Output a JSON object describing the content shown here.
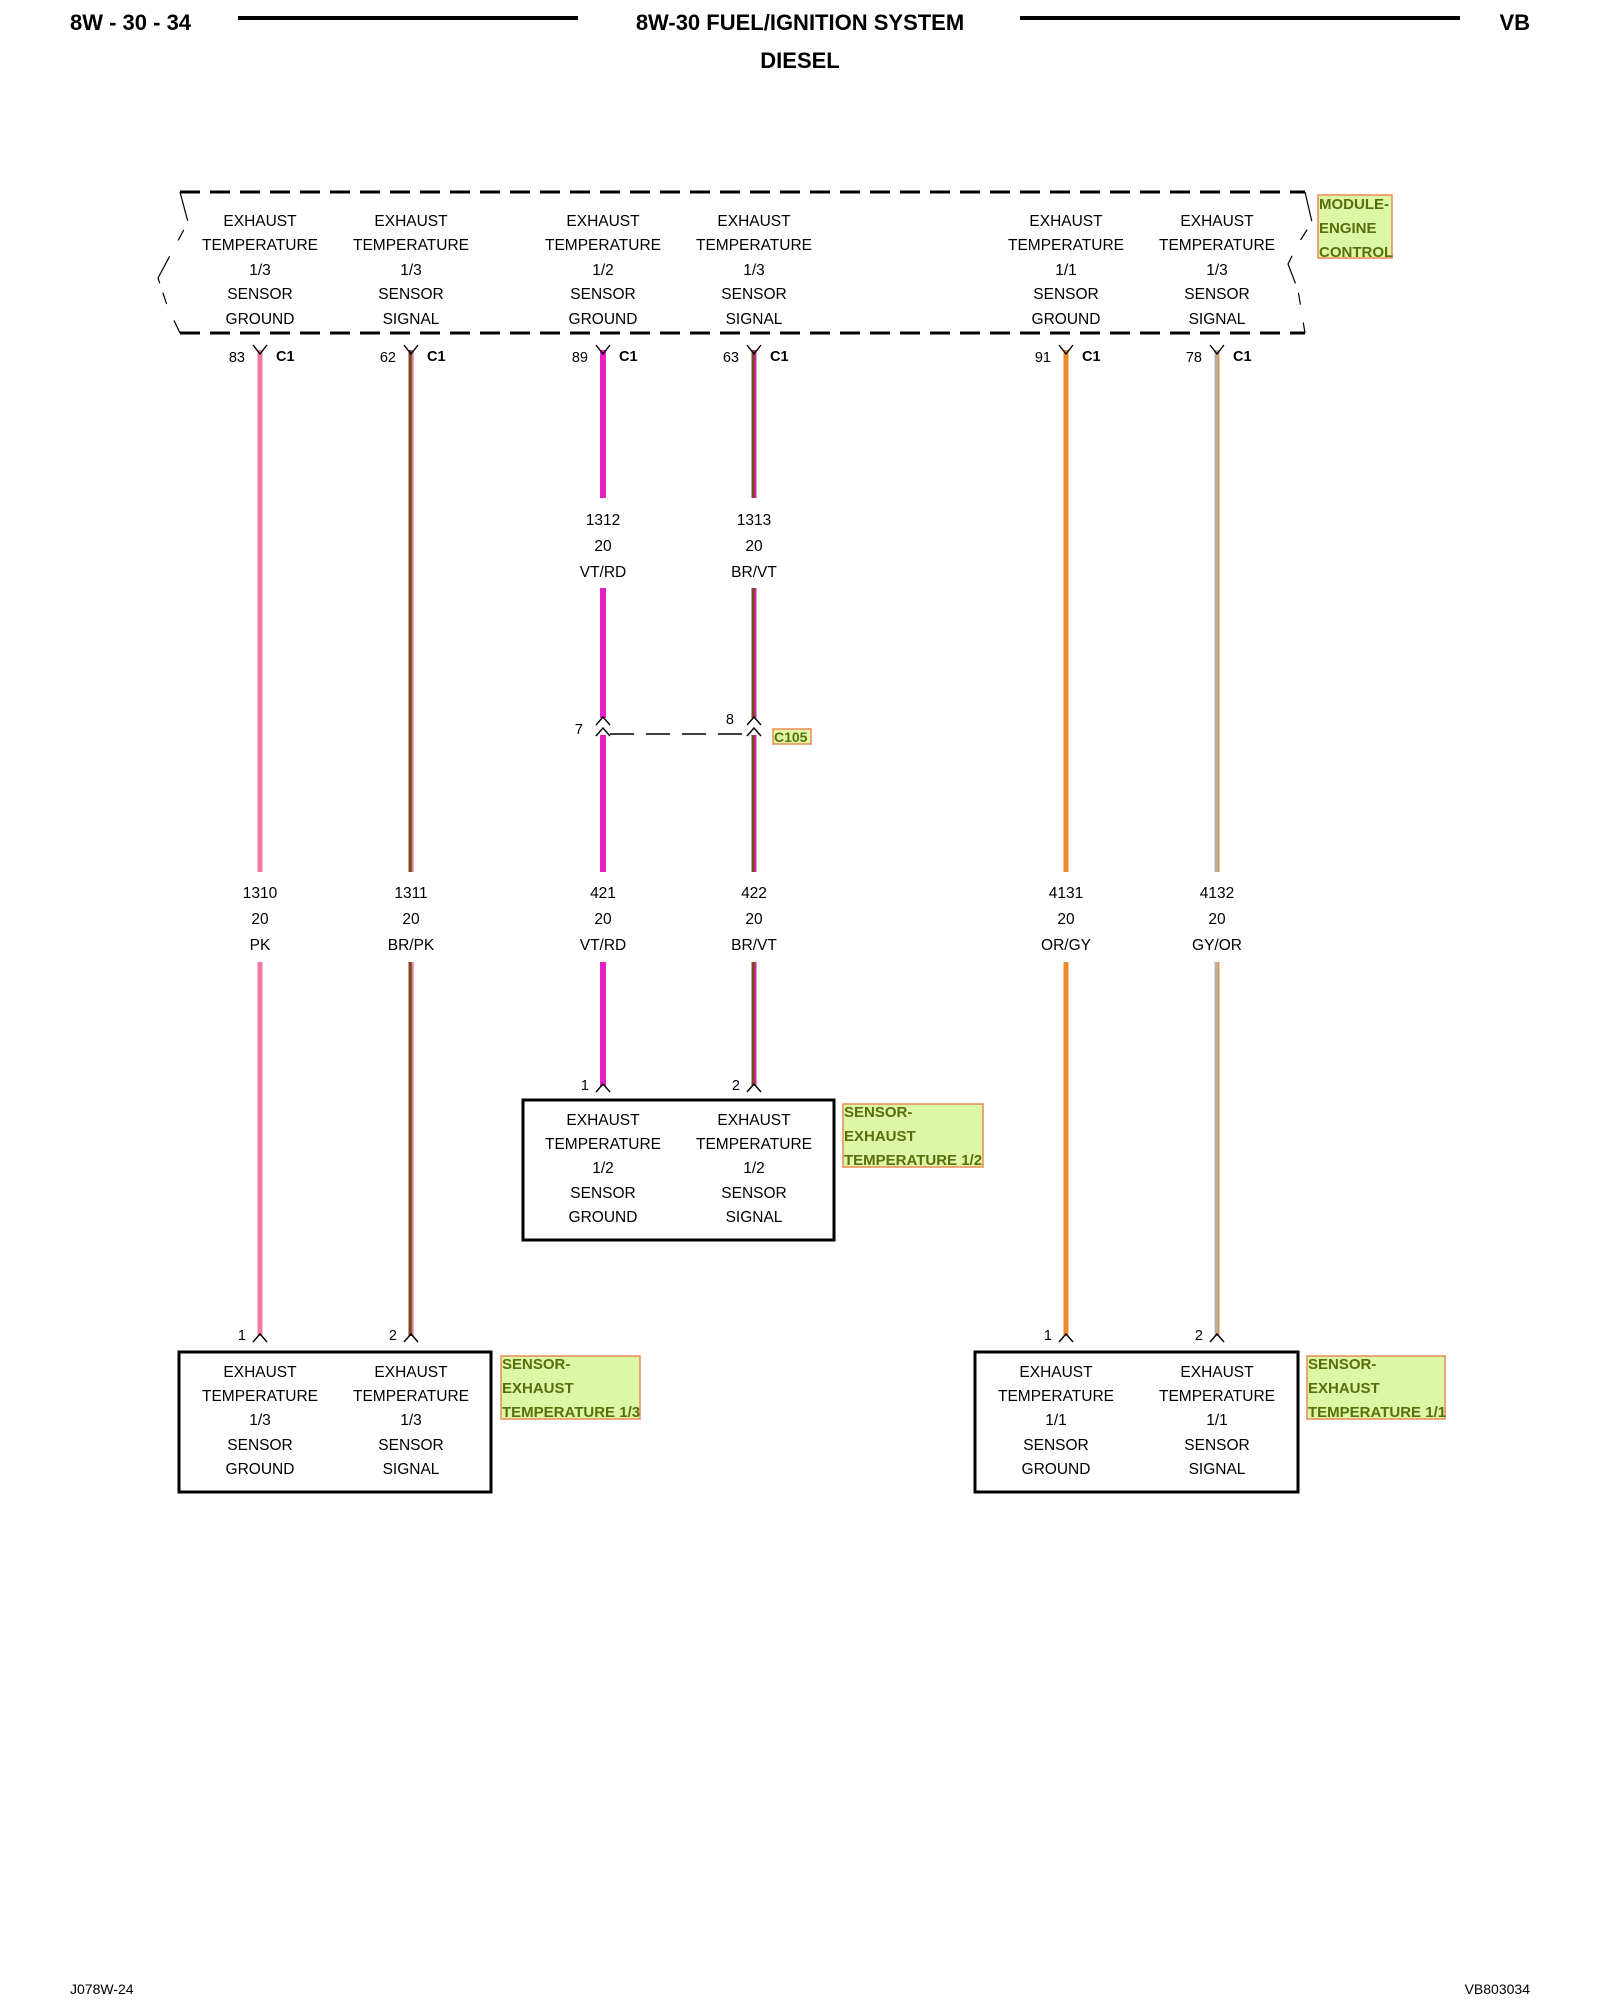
{
  "header": {
    "page_code": "8W - 30 - 34",
    "title": "8W-30 FUEL/IGNITION SYSTEM",
    "subtitle": "DIESEL",
    "model": "VB"
  },
  "footer": {
    "left_code": "J078W-24",
    "right_code": "VB803034"
  },
  "colors": {
    "PK": "#f07aa6",
    "VT": "#e81ec8",
    "BR": "#7a4a20",
    "OR": "#ee8a2c",
    "GY": "#b8b0a8"
  },
  "module": {
    "label": [
      "MODULE-",
      "ENGINE",
      "CONTROL"
    ],
    "connector": "C1"
  },
  "module_pins": [
    {
      "label": [
        "EXHAUST",
        "TEMPERATURE",
        "1/3",
        "SENSOR",
        "GROUND"
      ],
      "pin": "83"
    },
    {
      "label": [
        "EXHAUST",
        "TEMPERATURE",
        "1/3",
        "SENSOR",
        "SIGNAL"
      ],
      "pin": "62"
    },
    {
      "label": [
        "EXHAUST",
        "TEMPERATURE",
        "1/2",
        "SENSOR",
        "GROUND"
      ],
      "pin": "89"
    },
    {
      "label": [
        "EXHAUST",
        "TEMPERATURE",
        "1/3",
        "SENSOR",
        "SIGNAL"
      ],
      "pin": "63"
    },
    {
      "label": [
        "EXHAUST",
        "TEMPERATURE",
        "1/1",
        "SENSOR",
        "GROUND"
      ],
      "pin": "91"
    },
    {
      "label": [
        "EXHAUST",
        "TEMPERATURE",
        "1/3",
        "SENSOR",
        "SIGNAL"
      ],
      "pin": "78"
    }
  ],
  "upper_wires": [
    {
      "circuit": "1312",
      "gauge": "20",
      "color": "VT/RD"
    },
    {
      "circuit": "1313",
      "gauge": "20",
      "color": "BR/VT"
    }
  ],
  "inline_connector": {
    "name": "C105",
    "pins": [
      "7",
      "8"
    ]
  },
  "lower_wires": [
    {
      "circuit": "1310",
      "gauge": "20",
      "color": "PK"
    },
    {
      "circuit": "1311",
      "gauge": "20",
      "color": "BR/PK"
    },
    {
      "circuit": "421",
      "gauge": "20",
      "color": "VT/RD"
    },
    {
      "circuit": "422",
      "gauge": "20",
      "color": "BR/VT"
    },
    {
      "circuit": "4131",
      "gauge": "20",
      "color": "OR/GY"
    },
    {
      "circuit": "4132",
      "gauge": "20",
      "color": "GY/OR"
    }
  ],
  "sensors": [
    {
      "name": [
        "SENSOR-",
        "EXHAUST",
        "TEMPERATURE 1/2"
      ],
      "pins": [
        {
          "pin": "1",
          "label": [
            "EXHAUST",
            "TEMPERATURE",
            "1/2",
            "SENSOR",
            "GROUND"
          ]
        },
        {
          "pin": "2",
          "label": [
            "EXHAUST",
            "TEMPERATURE",
            "1/2",
            "SENSOR",
            "SIGNAL"
          ]
        }
      ]
    },
    {
      "name": [
        "SENSOR-",
        "EXHAUST",
        "TEMPERATURE 1/3"
      ],
      "pins": [
        {
          "pin": "1",
          "label": [
            "EXHAUST",
            "TEMPERATURE",
            "1/3",
            "SENSOR",
            "GROUND"
          ]
        },
        {
          "pin": "2",
          "label": [
            "EXHAUST",
            "TEMPERATURE",
            "1/3",
            "SENSOR",
            "SIGNAL"
          ]
        }
      ]
    },
    {
      "name": [
        "SENSOR-",
        "EXHAUST",
        "TEMPERATURE 1/1"
      ],
      "pins": [
        {
          "pin": "1",
          "label": [
            "EXHAUST",
            "TEMPERATURE",
            "1/1",
            "SENSOR",
            "GROUND"
          ]
        },
        {
          "pin": "2",
          "label": [
            "EXHAUST",
            "TEMPERATURE",
            "1/1",
            "SENSOR",
            "SIGNAL"
          ]
        }
      ]
    }
  ]
}
